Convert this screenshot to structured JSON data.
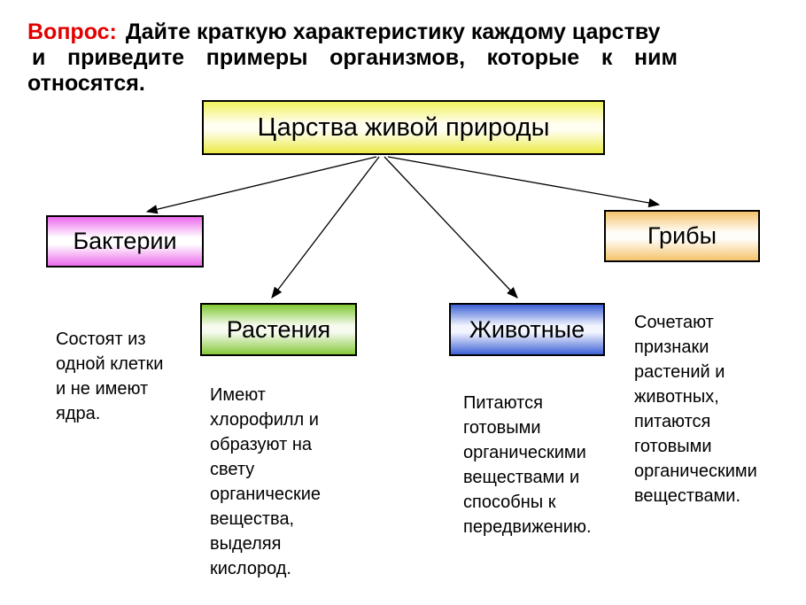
{
  "header": {
    "prefix": "Вопрос:",
    "line1": "Дайте краткую характеристику каждому царству",
    "line2": "и приведите примеры организмов, которые к ним",
    "line3": "относятся."
  },
  "diagram": {
    "root": {
      "label": "Царства живой природы"
    },
    "nodes": [
      {
        "id": "bacteria",
        "label": "Бактерии",
        "description": "Состоят из\nодной клетки\nи не имеют\nядра."
      },
      {
        "id": "plants",
        "label": "Растения",
        "description": "Имеют\nхлорофилл и\nобразуют на\nсвету\nорганические\nвещества,\nвыделяя\nкислород."
      },
      {
        "id": "animals",
        "label": "Животные",
        "description": "Питаются\nготовыми\nорганическими\nвеществами и\nспособны к\nпередвижению."
      },
      {
        "id": "fungi",
        "label": "Грибы",
        "description": "Сочетают\nпризнаки\nрастений и\nживотных,\nпитаются\nготовыми\nорганическими\nвеществами."
      }
    ]
  },
  "colors": {
    "question_red": "#e20000",
    "text_black": "#000000",
    "root_box_yellow": "#f1f15c",
    "bacteria_box_magenta": "#ec6aec",
    "plants_box_green": "#7fc832",
    "animals_box_blue": "#3d61d7",
    "fungi_box_orange": "#f5c36c",
    "background": "#ffffff"
  }
}
